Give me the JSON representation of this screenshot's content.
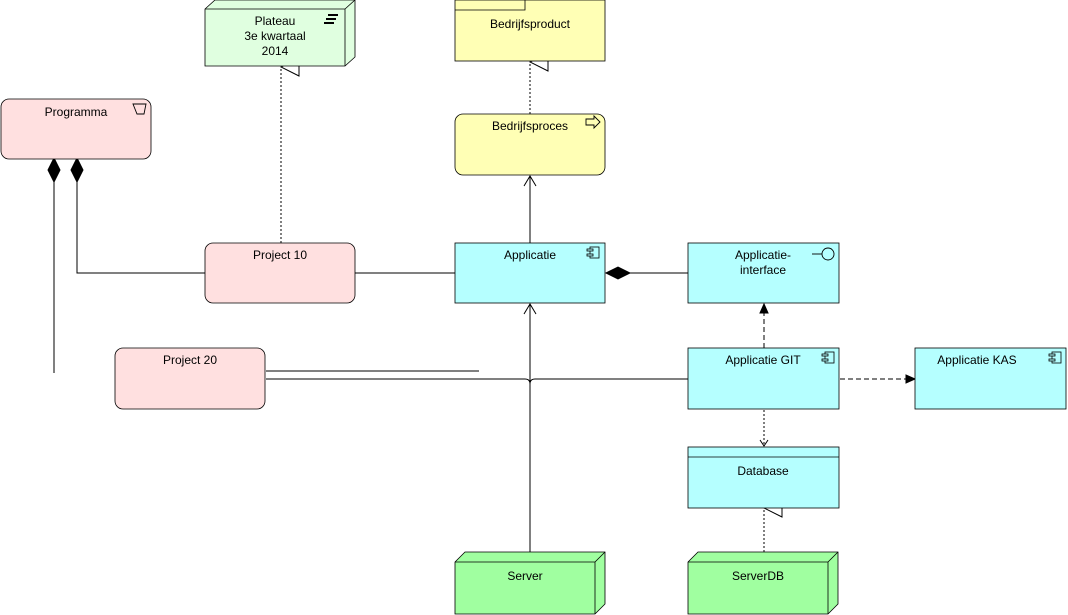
{
  "diagram": {
    "nodes": {
      "plateau": {
        "lines": [
          "Plateau",
          "3e kwartaal",
          "2014"
        ],
        "icon": "plateau-icon",
        "fill": "#e0ffe0"
      },
      "bedrijfsproduct": {
        "label": "Bedrijfsproduct",
        "fill": "#ffffb5"
      },
      "programma": {
        "label": "Programma",
        "icon": "programme-icon",
        "fill": "#ffe0e0"
      },
      "bedrijfsproces": {
        "label": "Bedrijfsproces",
        "icon": "process-arrow-icon",
        "fill": "#ffffb5"
      },
      "project10": {
        "label": "Project 10",
        "fill": "#ffe0e0"
      },
      "applicatie": {
        "label": "Applicatie",
        "icon": "component-icon",
        "fill": "#b5ffff"
      },
      "applicatie_interface": {
        "lines": [
          "Applicatie-",
          "interface"
        ],
        "icon": "interface-icon",
        "fill": "#b5ffff"
      },
      "project20": {
        "label": "Project 20",
        "fill": "#ffe0e0"
      },
      "applicatie_git": {
        "label": "Applicatie GIT",
        "icon": "component-icon",
        "fill": "#b5ffff"
      },
      "applicatie_kas": {
        "label": "Applicatie KAS",
        "icon": "component-icon",
        "fill": "#b5ffff"
      },
      "database": {
        "label": "Database",
        "fill": "#b5ffff"
      },
      "server": {
        "label": "Server",
        "fill": "#a0ffa0"
      },
      "serverdb": {
        "label": "ServerDB",
        "fill": "#a0ffa0"
      }
    }
  }
}
